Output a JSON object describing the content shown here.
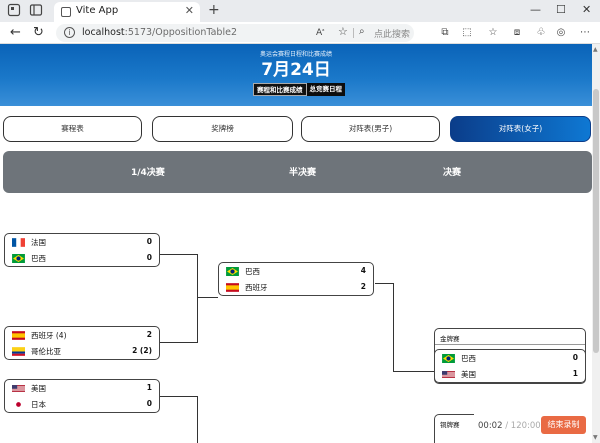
{
  "browser": {
    "tab_title": "Vite App",
    "url_host": "localhost",
    "url_path": ":5173/OppositionTable2",
    "search_placeholder": "点此搜索"
  },
  "hero": {
    "subtitle": "奥运会赛程日程和比赛成绩",
    "date": "7月24日",
    "tabs": [
      {
        "label": "赛程和比赛成绩",
        "active": true
      },
      {
        "label": "总竞赛日程",
        "active": false
      }
    ]
  },
  "nav_pills": [
    {
      "label": "赛程表",
      "active": false
    },
    {
      "label": "奖牌榜",
      "active": false
    },
    {
      "label": "对阵表(男子)",
      "active": false
    },
    {
      "label": "对阵表(女子)",
      "active": true
    }
  ],
  "rounds": [
    "1/4决赛",
    "半决赛",
    "决赛"
  ],
  "quarterfinals": [
    {
      "teams": [
        {
          "name": "法国",
          "flag": "france",
          "score": "0"
        },
        {
          "name": "巴西",
          "flag": "brazil",
          "score": "0"
        }
      ]
    },
    {
      "teams": [
        {
          "name": "西班牙 (4)",
          "flag": "spain",
          "score": "2"
        },
        {
          "name": "哥伦比亚",
          "flag": "colombia",
          "score": "2 (2)"
        }
      ]
    },
    {
      "teams": [
        {
          "name": "美国",
          "flag": "usa",
          "score": "1"
        },
        {
          "name": "日本",
          "flag": "japan",
          "score": "0"
        }
      ]
    }
  ],
  "semifinals": [
    {
      "teams": [
        {
          "name": "巴西",
          "flag": "brazil",
          "score": "4"
        },
        {
          "name": "西班牙",
          "flag": "spain",
          "score": "2"
        }
      ]
    }
  ],
  "finals": {
    "gold_label": "金牌赛",
    "gold": {
      "teams": [
        {
          "name": "巴西",
          "flag": "brazil",
          "score": "0"
        },
        {
          "name": "美国",
          "flag": "usa",
          "score": "1"
        }
      ]
    },
    "bronze_label": "铜牌赛"
  },
  "recorder": {
    "elapsed": "00:02",
    "separator": " / ",
    "total": "120:00",
    "stop_label": "结束录制"
  },
  "icons": [
    "app-icon",
    "tab-actions-icon",
    "close-icon",
    "new-tab-icon",
    "minimize-icon",
    "maximize-icon",
    "window-close-icon",
    "back-icon",
    "reload-icon",
    "info-icon",
    "read-aloud-icon",
    "favorite-icon",
    "search-icon",
    "split-screen-icon",
    "favorites-icon",
    "collections-icon",
    "extensions-icon",
    "copilot-icon",
    "more-icon"
  ]
}
